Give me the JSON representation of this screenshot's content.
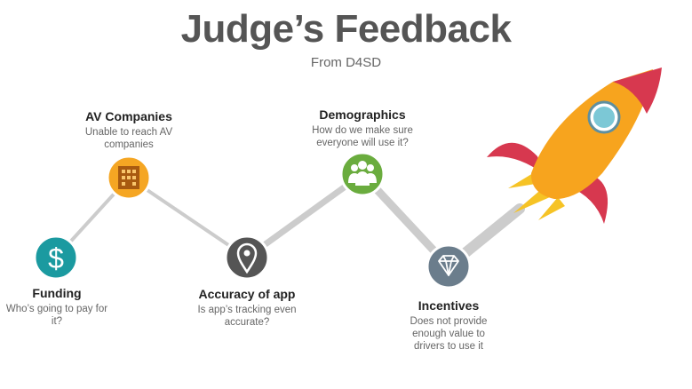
{
  "title": "Judge’s Feedback",
  "subtitle": "From D4SD",
  "nodes": [
    {
      "heading": "Funding",
      "description": "Who’s going to pay for it?",
      "icon": "dollar-icon",
      "color": "#1b9aa0"
    },
    {
      "heading": "AV Companies",
      "description": "Unable to reach AV companies",
      "icon": "building-icon",
      "color": "#f5a623"
    },
    {
      "heading": "Accuracy of app",
      "description": "Is app’s tracking even accurate?",
      "icon": "map-pin-icon",
      "color": "#555555"
    },
    {
      "heading": "Demographics",
      "description": "How do we make sure everyone will use it?",
      "icon": "people-icon",
      "color": "#6aac3e"
    },
    {
      "heading": "Incentives",
      "description": "Does not provide enough value to drivers to use it",
      "icon": "diamond-icon",
      "color": "#6b7d8c"
    }
  ],
  "rocket": {
    "icon": "rocket-icon",
    "body_color": "#f7a41e",
    "fin_color": "#d7384f",
    "window_color": "#7cc8d6",
    "flame_color": "#f6c325"
  },
  "line_color": "#cccccc"
}
